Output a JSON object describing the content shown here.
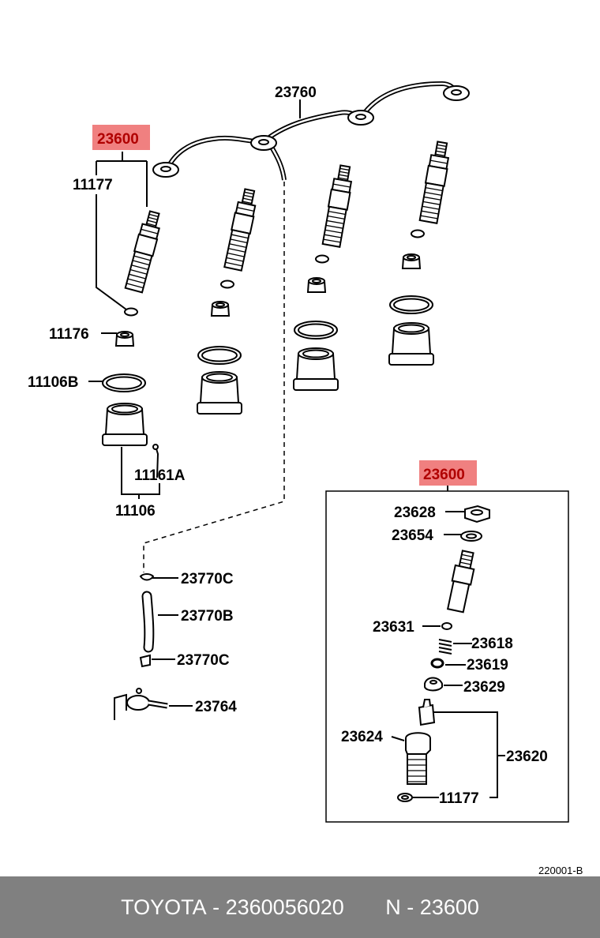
{
  "diagram": {
    "highlight_color": "#f08080",
    "labels": {
      "assy_top": "23600",
      "l11177_top": "11177",
      "l11176": "11176",
      "l11106b": "11106B",
      "l11161a": "11161A",
      "l11106": "11106",
      "l23760": "23760",
      "l23770c_a": "23770C",
      "l23770b": "23770B",
      "l23770c_b": "23770C",
      "l23764": "23764",
      "assy_box": "23600",
      "l23628": "23628",
      "l23654": "23654",
      "l23631": "23631",
      "l23618": "23618",
      "l23619": "23619",
      "l23629": "23629",
      "l23624": "23624",
      "l23620": "23620",
      "l11177_box": "11177"
    },
    "ref_code": "220001-B"
  },
  "footer": {
    "brand": "TOYOTA",
    "separator": " - ",
    "part_number": "2360056020",
    "gap": "       ",
    "n_prefix": "N - ",
    "n_number": "23600"
  }
}
